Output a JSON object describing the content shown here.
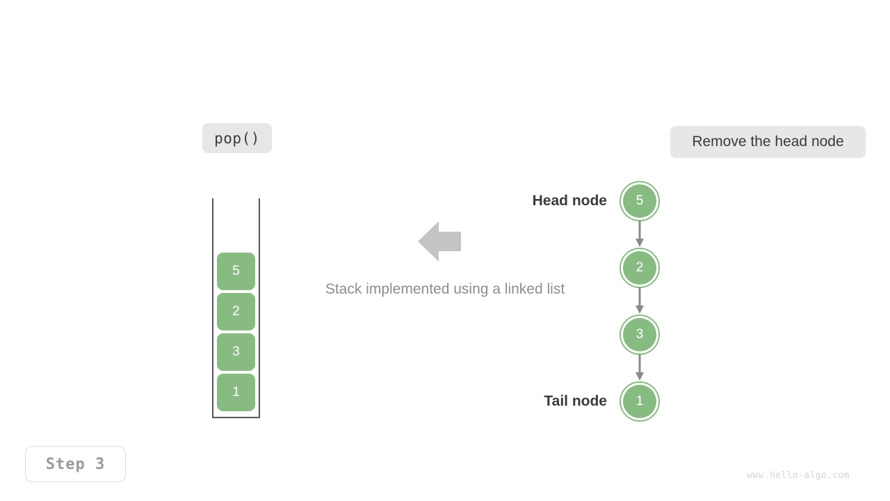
{
  "operation": {
    "label": "pop()"
  },
  "action": {
    "label": "Remove the head node"
  },
  "step": {
    "label": "Step 3"
  },
  "caption": {
    "text": "Stack implemented using a linked list"
  },
  "watermark": {
    "text": "www.hello-algo.com"
  },
  "colors": {
    "node_green": "#88bb82",
    "chip_gray": "#e7e7e7",
    "arrow_gray": "#c4c4c4",
    "link_gray": "#8a8a8a",
    "text_dark": "#3a3a3a",
    "text_muted": "#8d8d8d"
  },
  "stack": {
    "name": "stack-container",
    "cells": [
      {
        "value": "5"
      },
      {
        "value": "2"
      },
      {
        "value": "3"
      },
      {
        "value": "1"
      }
    ]
  },
  "linked_list": {
    "nodes": [
      {
        "value": "5"
      },
      {
        "value": "2"
      },
      {
        "value": "3"
      },
      {
        "value": "1"
      }
    ],
    "head_label": "Head node",
    "tail_label": "Tail node"
  },
  "icons": {
    "transition_arrow": "arrow-left-icon",
    "link_arrow": "arrow-down-icon"
  }
}
